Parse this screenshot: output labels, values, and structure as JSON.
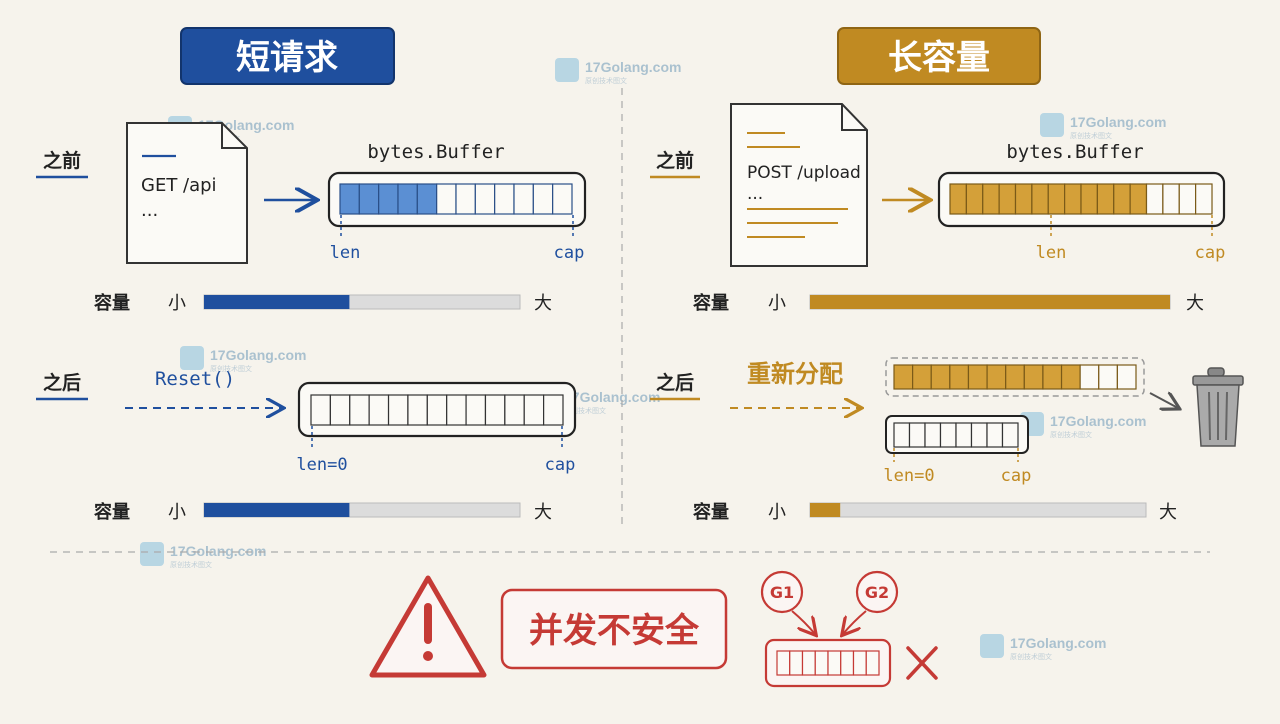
{
  "left": {
    "title": "短请求",
    "before_label": "之前",
    "after_label": "之后",
    "doc_line1": "GET /api",
    "doc_line2": "...",
    "buffer_title": "bytes.Buffer",
    "len_label": "len",
    "cap_label": "cap",
    "reset_label": "Reset()",
    "len0_label": "len=0",
    "cap_label_after": "cap",
    "capacity_label": "容量",
    "small_label": "小",
    "large_label": "大",
    "capacity_before_level": 0.46,
    "capacity_after_level": 0.46,
    "filled_before": 5,
    "cells_before": 12,
    "cells_after": 13
  },
  "right": {
    "title": "长容量",
    "before_label": "之前",
    "after_label": "之后",
    "doc_line1": "POST /upload",
    "doc_line2": "...",
    "buffer_title": "bytes.Buffer",
    "len_label": "len",
    "cap_label": "cap",
    "realloc_label": "重新分配",
    "len0_label": "len=0",
    "cap_label_after": "cap",
    "capacity_label": "容量",
    "small_label": "小",
    "large_label": "大",
    "capacity_before_level": 1.0,
    "capacity_after_level": 0.09,
    "filled_before": 12,
    "cells_before": 16,
    "old_filled": 10,
    "old_cells": 13,
    "new_cells": 8
  },
  "bottom": {
    "warning_text": "并发不安全",
    "g1_label": "G1",
    "g2_label": "G2",
    "shared_cells": 8
  },
  "watermark": {
    "site": "17Golang.com",
    "subtitle": "原创技术图文"
  },
  "colors": {
    "blue": "#1f4f9e",
    "blue_light": "#5b8fd3",
    "gold": "#c08a22",
    "gold_fill": "#d4a039",
    "red": "#c53a35",
    "ink": "#222222",
    "gray_bar": "#dcdcdc"
  }
}
